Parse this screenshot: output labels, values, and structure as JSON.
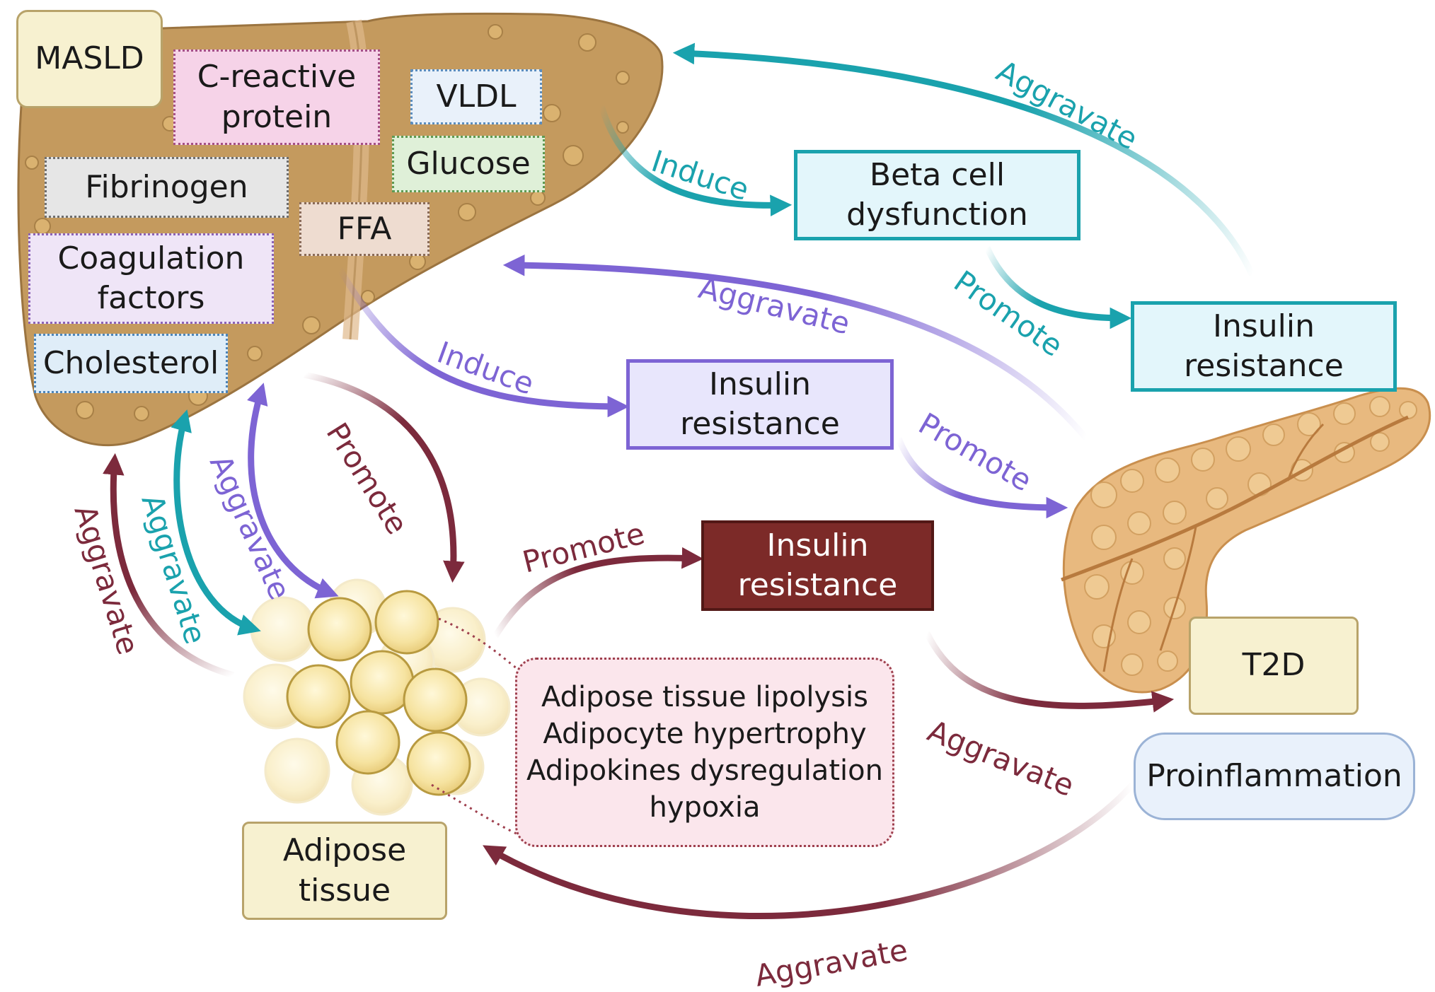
{
  "boxes": {
    "masld": "MASLD",
    "crp": "C-reactive\nprotein",
    "vldl": "VLDL",
    "glucose": "Glucose",
    "fibrinogen": "Fibrinogen",
    "ffa": "FFA",
    "coagulation": "Coagulation\nfactors",
    "cholesterol": "Cholesterol",
    "beta_cell": "Beta cell\ndysfunction",
    "ir_teal": "Insulin\nresistance",
    "ir_purple": "Insulin\nresistance",
    "ir_red": "Insulin\nresistance",
    "t2d": "T2D",
    "proinflammation": "Proinflammation",
    "adipose": "Adipose\ntissue",
    "adipose_effects": "Adipose tissue lipolysis\nAdipocyte hypertrophy\nAdipokines dysregulation\nhypoxia"
  },
  "labels": {
    "aggravate_top": "Aggravate",
    "induce_teal": "Induce",
    "promote_teal": "Promote",
    "aggravate_purple_top": "Aggravate",
    "induce_purple": "Induce",
    "promote_purple": "Promote",
    "promote_red_vertical": "Promote",
    "promote_red": "Promote",
    "aggravate_red_right": "Aggravate",
    "aggravate_red_bottom": "Aggravate",
    "aggravate_left_red": "Aggravate",
    "aggravate_left_teal": "Aggravate",
    "aggravate_left_purple": "Aggravate"
  },
  "colors": {
    "teal": "#1aa2ad",
    "purple": "#7d64d4",
    "dark_red": "#7c2a3c",
    "liver": "#c49a5e",
    "pancreas": "#e8b97f",
    "adipocyte": "#f5e4a4"
  }
}
